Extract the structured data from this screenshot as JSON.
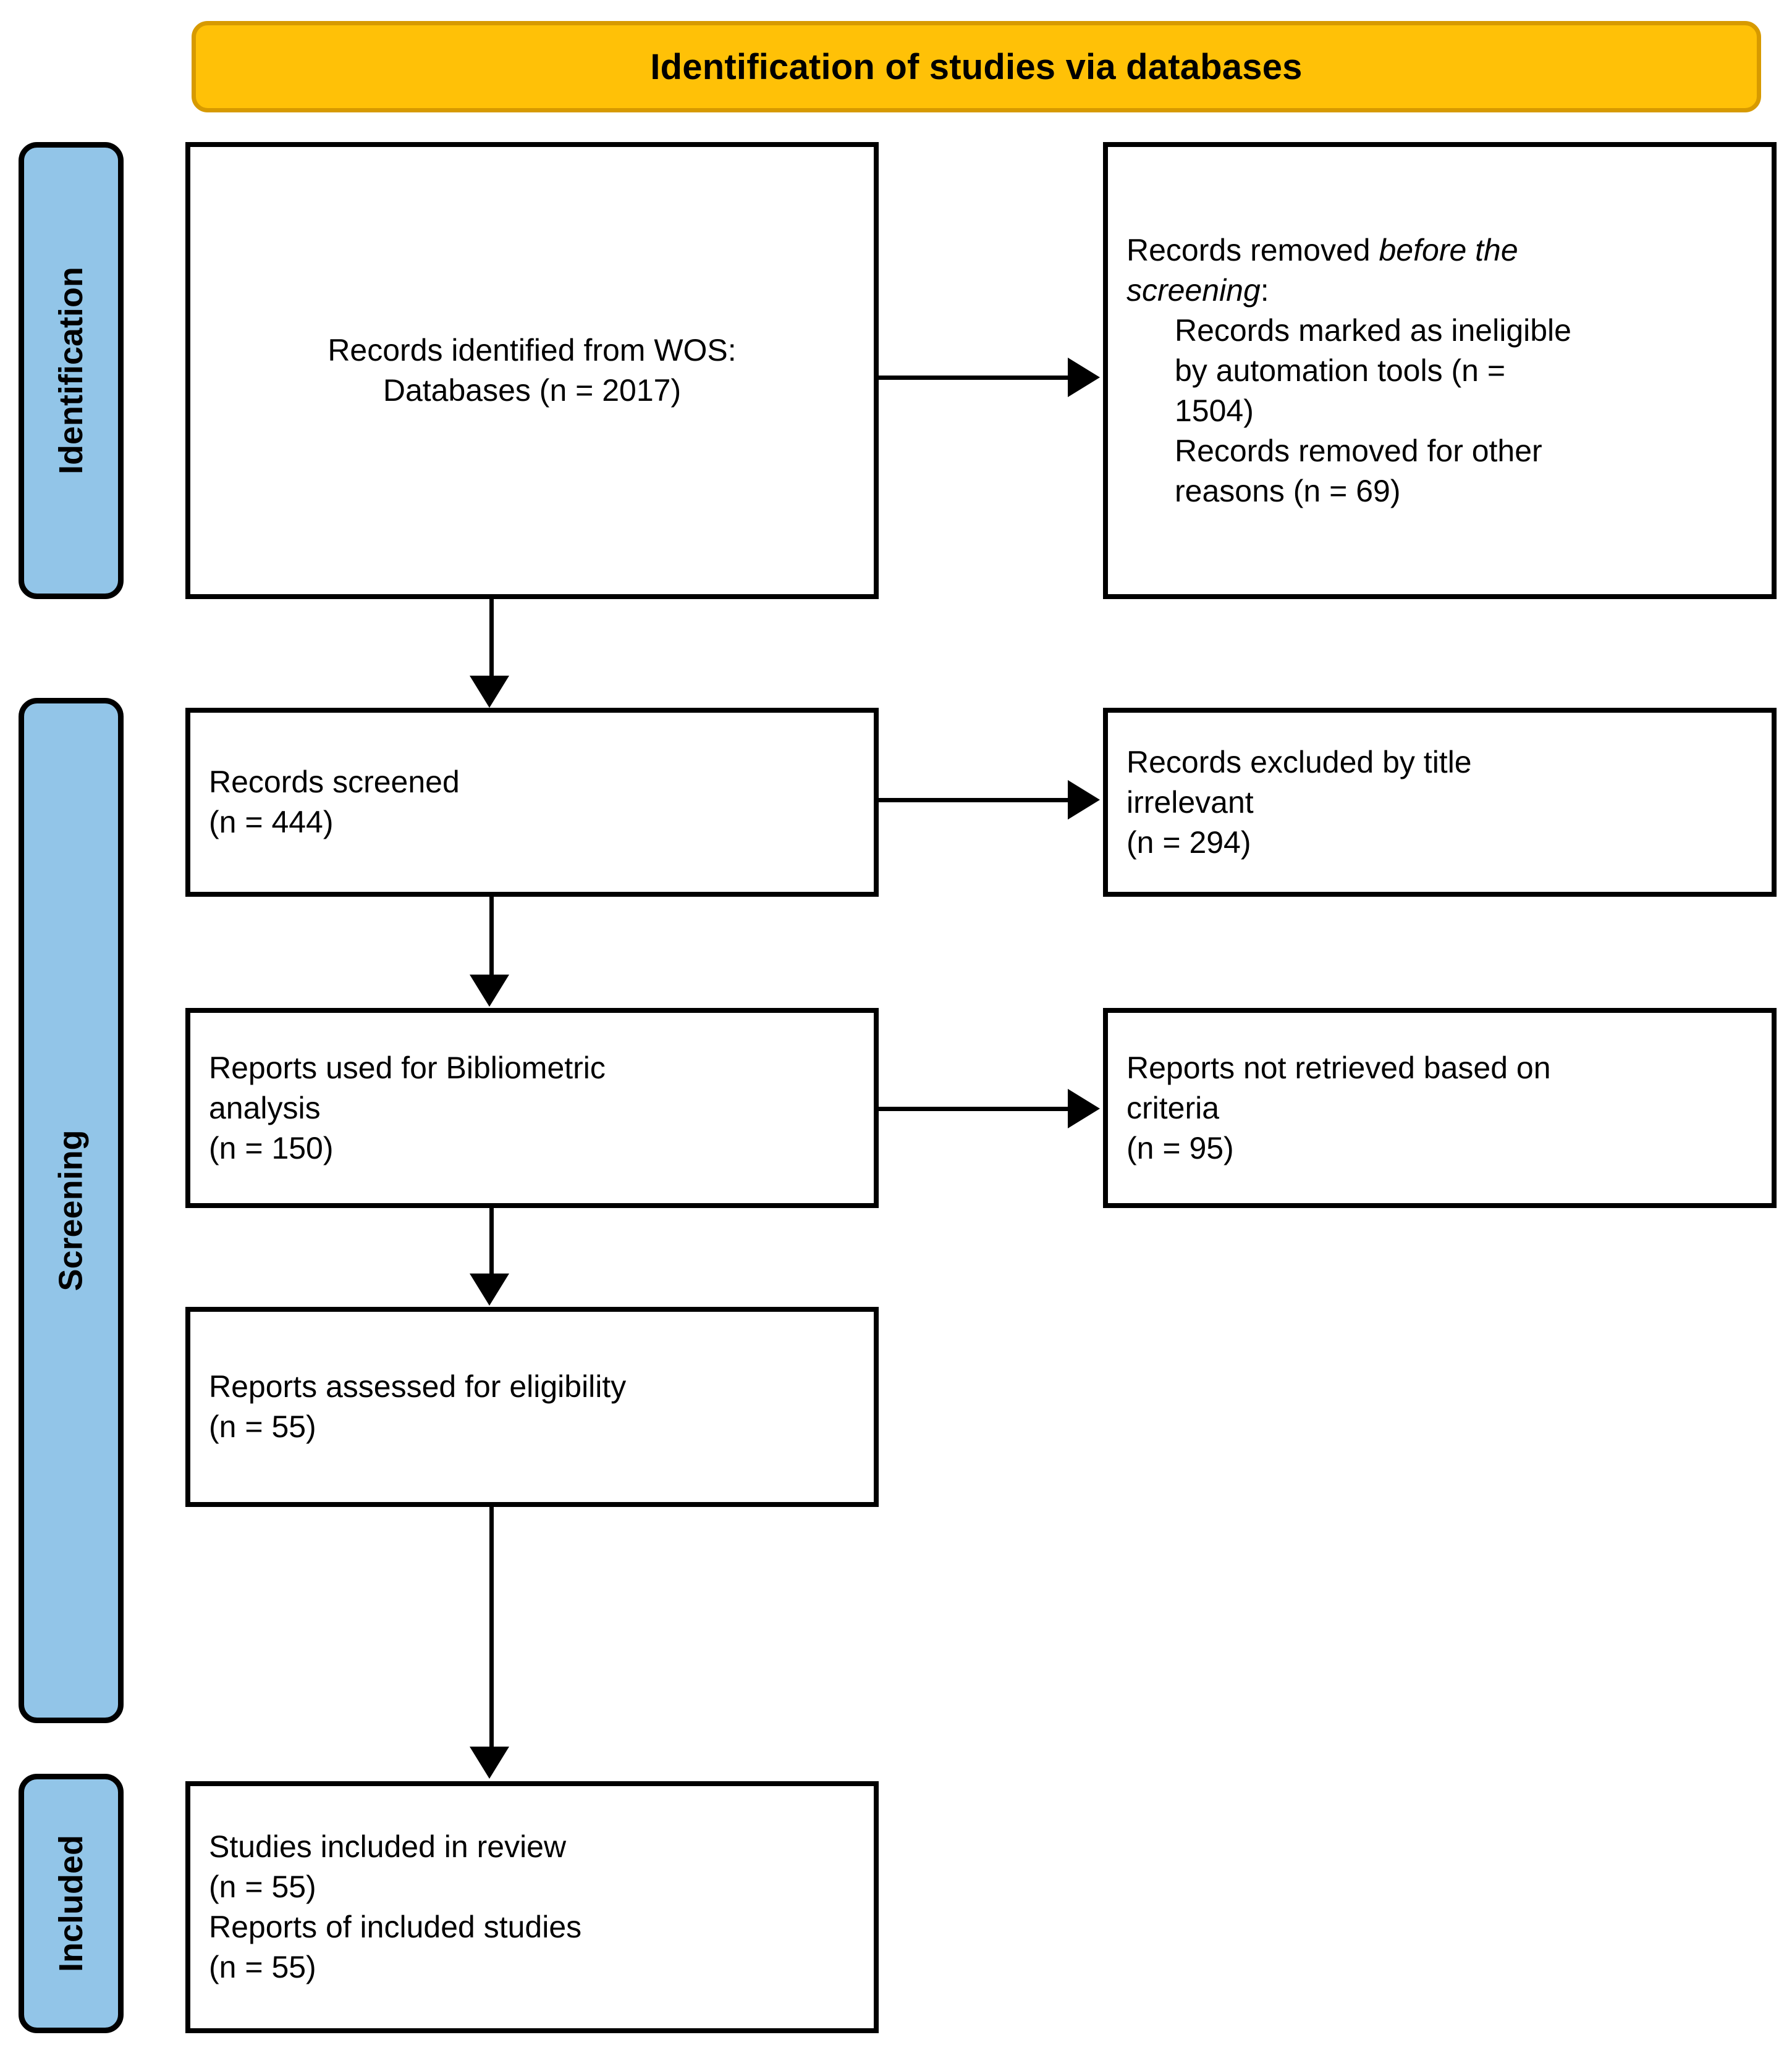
{
  "header": {
    "title": "Identification of studies via databases",
    "fill_color": "#FFC107",
    "border_color": "#D79A00"
  },
  "stages": [
    {
      "id": "identification",
      "label": "Identification",
      "fill_color": "#92C5E8"
    },
    {
      "id": "screening",
      "label": "Screening",
      "fill_color": "#92C5E8"
    },
    {
      "id": "included",
      "label": "Included",
      "fill_color": "#92C5E8"
    }
  ],
  "boxes": {
    "identified": {
      "line1": "Records identified from WOS:",
      "line2": "Databases (n = 2017)"
    },
    "removed": {
      "line1_prefix": "Records removed ",
      "line1_italic": "before the",
      "line2_italic": "screening",
      "line2_suffix": ":",
      "item1_line1": "Records marked as ineligible",
      "item1_line2": "by automation tools (n =",
      "item1_line3": "1504)",
      "item2_line1": "Records removed for other",
      "item2_line2": "reasons (n = 69)"
    },
    "screened": {
      "line1": "Records screened",
      "line2": "(n = 444)"
    },
    "excluded": {
      "line1": "Records excluded by title",
      "line2": "irrelevant",
      "line3": "(n = 294)"
    },
    "bibliometric": {
      "line1": "Reports used for Bibliometric",
      "line2": "analysis",
      "line3": "(n = 150)"
    },
    "notretrieved": {
      "line1": "Reports not retrieved based on",
      "line2": "criteria",
      "line3": "(n = 95)"
    },
    "eligibility": {
      "line1": "Reports assessed for eligibility",
      "line2": "(n = 55)"
    },
    "included": {
      "line1": "Studies included in review",
      "line2": "(n = 55)",
      "line3": "Reports of included studies",
      "line4": "(n = 55)"
    }
  }
}
